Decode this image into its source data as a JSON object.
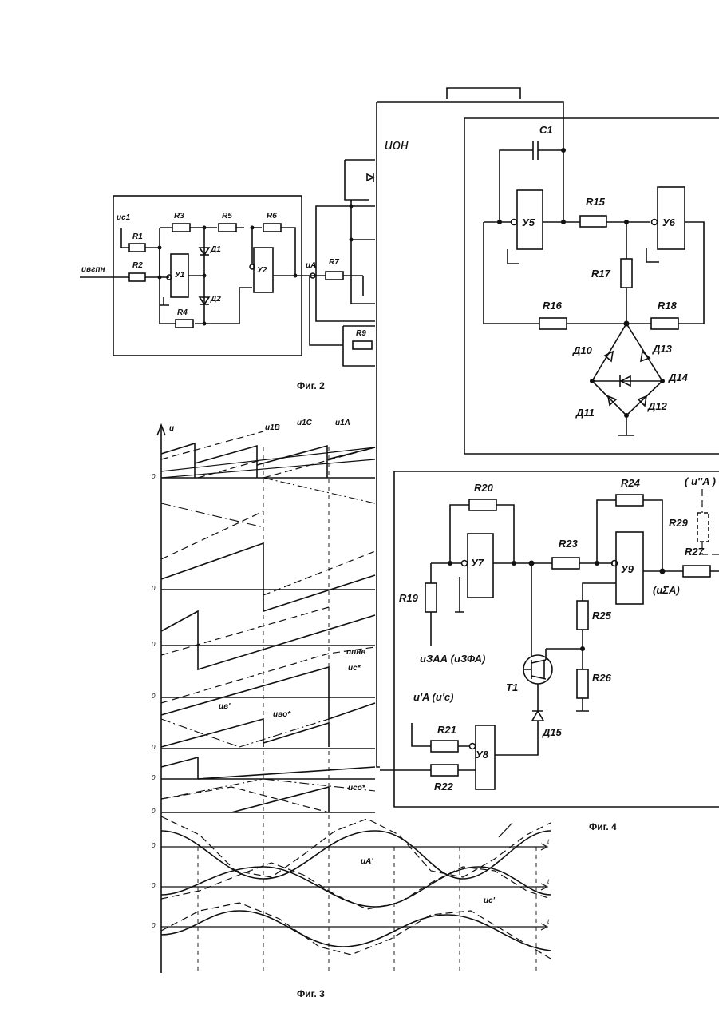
{
  "fig2": {
    "caption": "Фиг. 2",
    "labels": {
      "uc1": "uc1",
      "ubgpn": "uвгпн",
      "r1": "R1",
      "r2": "R2",
      "r3": "R3",
      "r4": "R4",
      "r5": "R5",
      "r6": "R6",
      "r7": "R7",
      "r9": "R9",
      "d1": "Д1",
      "d2": "Д2",
      "y1": "У1",
      "y2": "У2",
      "ua": "uA"
    }
  },
  "fig3": {
    "caption": "Фиг. 3",
    "labels": {
      "u": "u",
      "u1b": "u1B",
      "u1c": "u1C",
      "u1a": "u1A",
      "upnb": "uпнв",
      "uc_star": "uc*",
      "ub_prime": "uв'",
      "ubo_star": "uвo*",
      "uco_star": "uco*",
      "ua_prime": "uA'",
      "uc_prime": "uc'",
      "zero": "0",
      "t": "t"
    }
  },
  "fig4": {
    "caption": "Фиг. 4",
    "title": "uон",
    "labels": {
      "c1": "C1",
      "r15": "R15",
      "r16": "R16",
      "r17": "R17",
      "r18": "R18",
      "y5": "У5",
      "y6": "У6",
      "d10": "Д10",
      "d11": "Д11",
      "d12": "Д12",
      "d13": "Д13",
      "d14": "Д14",
      "r20": "R20",
      "r24": "R24",
      "r29": "R29",
      "r27": "R27",
      "r23": "R23",
      "y7": "У7",
      "y9": "У9",
      "r19": "R19",
      "r25": "R25",
      "r26": "R26",
      "uza": "uЗАА (uЗФА)",
      "ua_c": "u'A (u'c)",
      "t1": "T1",
      "r21": "R21",
      "r22": "R22",
      "y8": "У8",
      "d15": "Д15",
      "usa": "(uΣA)",
      "ua2": "( u''A )"
    }
  }
}
